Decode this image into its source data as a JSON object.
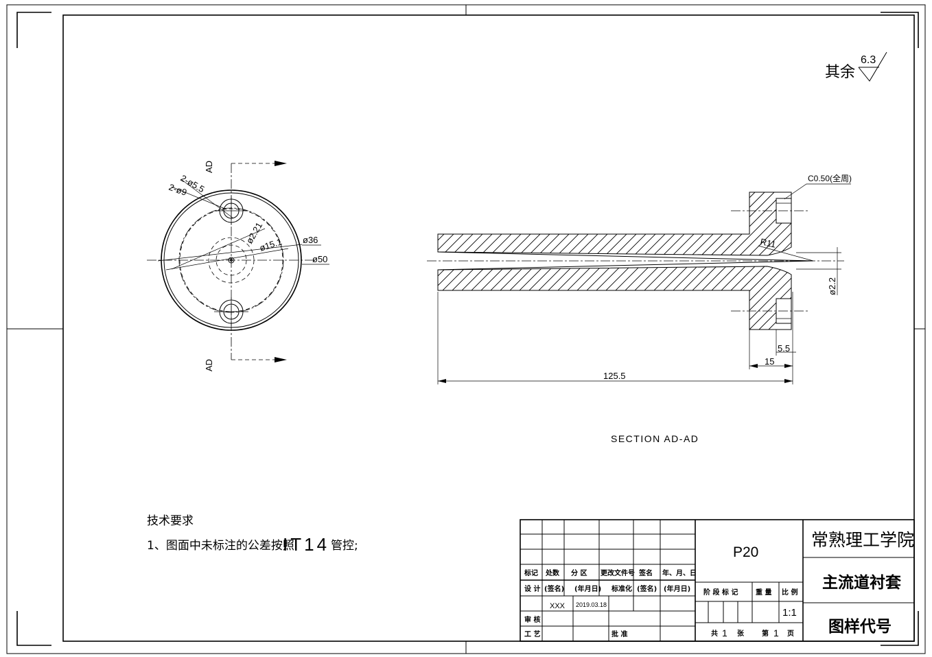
{
  "surface_roughness": {
    "prefix": "其余",
    "value": "6.3"
  },
  "front_view": {
    "section_label_top": "AD",
    "section_label_bottom": "AD",
    "dims": {
      "holes_small": "2-ø5.5",
      "holes_large": "2-ø9",
      "center_bore": "ø2.21",
      "pitch_circle": "ø15.1",
      "ring": "ø36",
      "outer": "ø50"
    }
  },
  "section_view": {
    "chamfer": "C0.50(全周)",
    "radius": "R11",
    "bore": "ø2.2",
    "len_total": "125.5",
    "len_flange": "15",
    "len_step": "5.5",
    "caption": "SECTION  AD-AD"
  },
  "tech_req": {
    "title": "技术要求",
    "item1_prefix": "1、图面中未标注的公差按照",
    "item1_code": "IT14",
    "item1_suffix": "管控;"
  },
  "title_block": {
    "headers": [
      "标记",
      "处数",
      "分 区",
      "更改文件号",
      "签名",
      "年、月、日"
    ],
    "row_design": [
      "设  计",
      "(签名)",
      "(年月日)",
      "标准化",
      "(签名)",
      "(年月日)"
    ],
    "designer": "XXX",
    "design_date": "2019.03.18",
    "review": "审  核",
    "process": "工  艺",
    "approve": "批  准",
    "part_code": "P20",
    "stage_labels": [
      "阶 段 标 记",
      "重 量",
      "比 例"
    ],
    "scale": "1:1",
    "sheet_total_prefix": "共",
    "sheet_total": "1",
    "sheet_total_suffix": "张",
    "sheet_no_prefix": "第",
    "sheet_no": "1",
    "sheet_no_suffix": "页",
    "school": "常熟理工学院",
    "part_name": "主流道衬套",
    "drawing_no_label": "图样代号"
  }
}
